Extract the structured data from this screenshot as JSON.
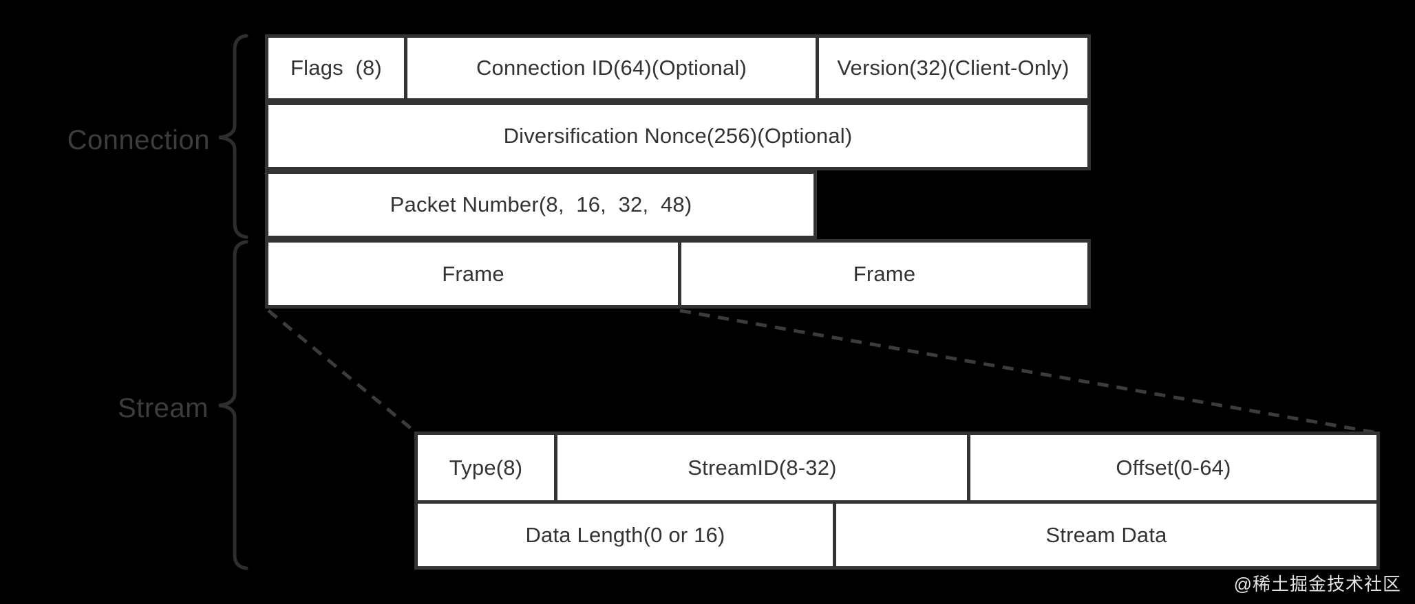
{
  "diagram": {
    "title_context": "QUIC packet structure diagram",
    "section_labels": {
      "connection": "Connection",
      "stream": "Stream"
    },
    "packet": {
      "rows": [
        {
          "cells": [
            {
              "label": "Flags  (8)"
            },
            {
              "label": "Connection ID(64)(Optional)"
            },
            {
              "label": "Version(32)(Client-Only)"
            }
          ]
        },
        {
          "cells": [
            {
              "label": "Diversification Nonce(256)(Optional)"
            }
          ]
        },
        {
          "cells": [
            {
              "label": "Packet Number(8,  16,  32,  48)"
            }
          ]
        },
        {
          "cells": [
            {
              "label": "Frame"
            },
            {
              "label": "Frame"
            }
          ]
        }
      ]
    },
    "stream": {
      "rows": [
        {
          "cells": [
            {
              "label": "Type(8)"
            },
            {
              "label": "StreamID(8-32)"
            },
            {
              "label": "Offset(0-64)"
            }
          ]
        },
        {
          "cells": [
            {
              "label": "Data Length(0 or 16)"
            },
            {
              "label": "Stream Data"
            }
          ]
        }
      ]
    },
    "colors": {
      "background": "#000000",
      "box_fill": "#ffffff",
      "box_border": "#333333",
      "box_text": "#333333",
      "label_text": "#3d3d3d",
      "brace": "#2e2e2e",
      "dashed_line": "#3c3c3c",
      "watermark": "#e5e5e5"
    },
    "watermark": "@稀土掘金技术社区"
  }
}
